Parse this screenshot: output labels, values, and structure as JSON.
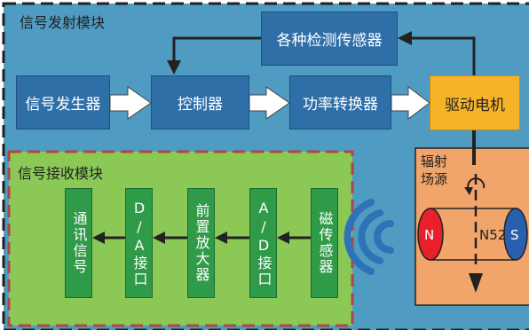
{
  "transmitter": {
    "title": "信号发射模块",
    "signal_generator": "信号发生器",
    "controller": "控制器",
    "power_converter": "功率转换器",
    "motor": "驱动电机",
    "sensors": "各种检测传感器"
  },
  "receiver": {
    "title": "信号接收模块",
    "mag_sensor": "磁传感器",
    "ad": "A/D接口",
    "amp": "前置放大器",
    "da": "D/A接口",
    "comm": "通讯信号"
  },
  "field": {
    "label": "辐射场源",
    "magnet_n": "N",
    "magnet_s": "S",
    "magnet_grade": "N52"
  },
  "colors": {
    "transmitter_bg": "#4f9bc1",
    "receiver_bg": "#8bc856",
    "field_bg": "#f2a56a",
    "box_blue": "#2f6fa8",
    "box_green": "#2f9a48",
    "motor": "#f7b327",
    "wave": "#2f73b6"
  }
}
